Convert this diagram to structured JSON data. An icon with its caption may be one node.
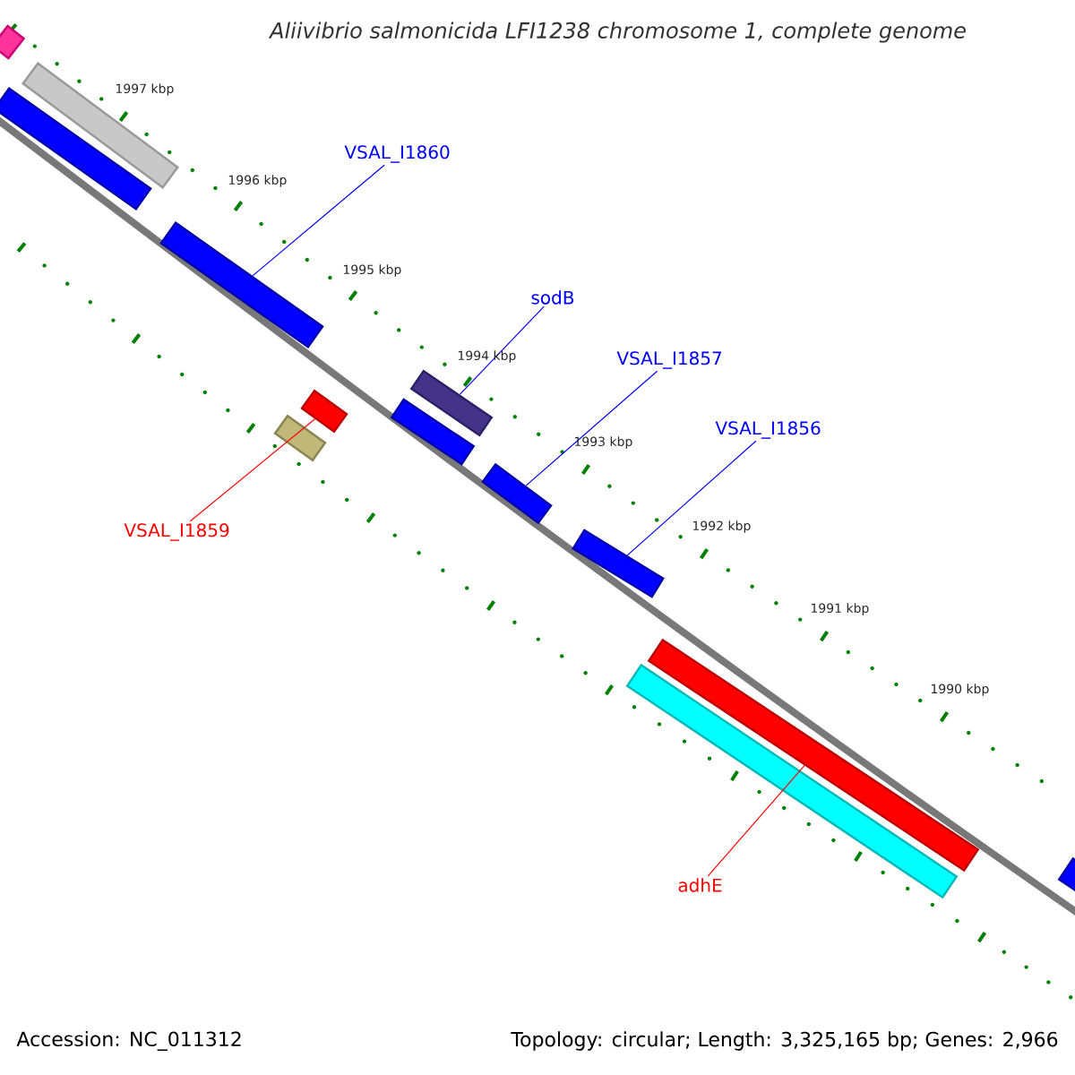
{
  "diagram": {
    "title": "Aliivibrio salmonicida LFI1238 chromosome 1, complete genome",
    "nodes": [
      {
        "text": [],
        "shape": "bar"
      },
      {
        "text": [],
        "shape": "bar"
      },
      {
        "text": [],
        "shape": "bar"
      },
      {
        "text": [
          "VSAL_I1860"
        ]
      },
      {
        "text": [],
        "shape": "bar"
      },
      {
        "text": [
          "VSAL_I1859"
        ]
      },
      {
        "text": [],
        "shape": "bar"
      },
      {
        "text": [],
        "shape": "bar"
      },
      {
        "text": [
          "sodB"
        ]
      },
      {
        "text": [],
        "shape": "bar"
      },
      {
        "text": [],
        "shape": "bar"
      },
      {
        "text": [
          "VSAL_I1857"
        ]
      },
      {
        "text": [],
        "shape": "bar"
      },
      {
        "text": [
          "VSAL_I1856"
        ]
      },
      {
        "text": [],
        "shape": "bar"
      },
      {
        "text": [],
        "shape": "bar"
      },
      {
        "text": [],
        "shape": "bar"
      },
      {
        "text": [
          "adhE"
        ]
      },
      {
        "text": [],
        "shape": "bar"
      }
    ],
    "edges": [
      {
        "from": 3,
        "to": 4,
        "arrow": "none"
      },
      {
        "from": 5,
        "to": 7,
        "arrow": "none",
        "color": "#ff0000"
      },
      {
        "from": 8,
        "to": 10,
        "arrow": "none"
      },
      {
        "from": 11,
        "to": 12,
        "arrow": "none"
      },
      {
        "from": 13,
        "to": 14,
        "arrow": "none"
      },
      {
        "from": 17,
        "to": 16,
        "arrow": "none",
        "color": "#ff0000"
      }
    ],
    "labels": [
      "1997 kbp",
      "1996 kbp",
      "1995 kbp",
      "1994 kbp",
      "1993 kbp",
      "1992 kbp",
      "1991 kbp",
      "1990 kbp",
      "Accession: NC_011312",
      "Topology: circular; Length: 3,325,165 bp; Genes: 2,966"
    ]
  }
}
